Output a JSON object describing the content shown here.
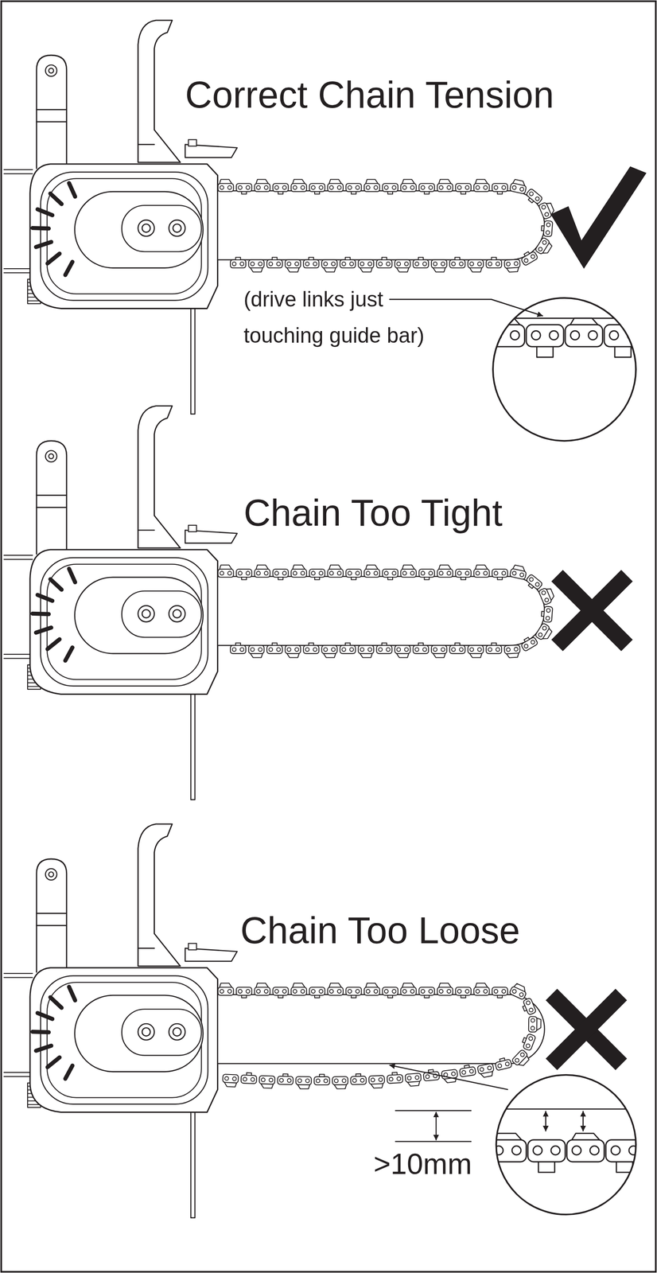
{
  "diagram": {
    "labels": [
      "Correct Chain Tension",
      "(drive links just touching guide bar)",
      "Chain Too Tight",
      "Chain Too Loose",
      ">10mm"
    ]
  }
}
